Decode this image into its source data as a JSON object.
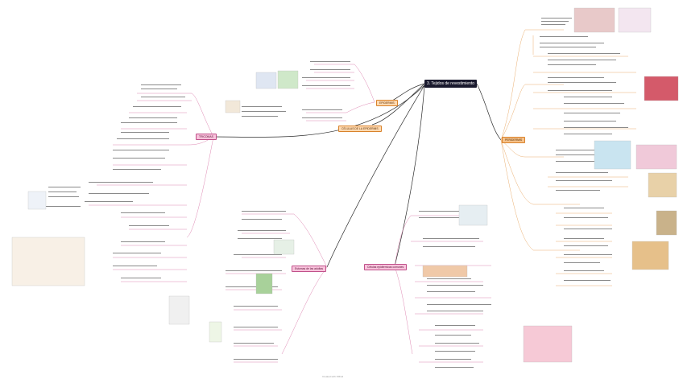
{
  "central": {
    "title": "3. Tejidos de revestimiento"
  },
  "branches": {
    "peridermis": "PERIDERMIS",
    "epidermis": "EPIDERMIS",
    "celulas_epidermis": "CÉLULAS DE LA EPIDERMIS",
    "tricomas": "TRICOMAS",
    "estomas": "Estomas de las adultas",
    "celulas_epidermicas": "Células epidérmicas comunes"
  },
  "footer": "Created with XMind",
  "colors": {
    "central_bg": "#1a1a2e",
    "orange_branch": "#f6c189",
    "pink_branch": "#f8c3dc",
    "peach_branch": "#ffd9b0",
    "connector": "#2b2b2b",
    "orange_line": "#e59a4c",
    "pink_line": "#d56aa0"
  }
}
